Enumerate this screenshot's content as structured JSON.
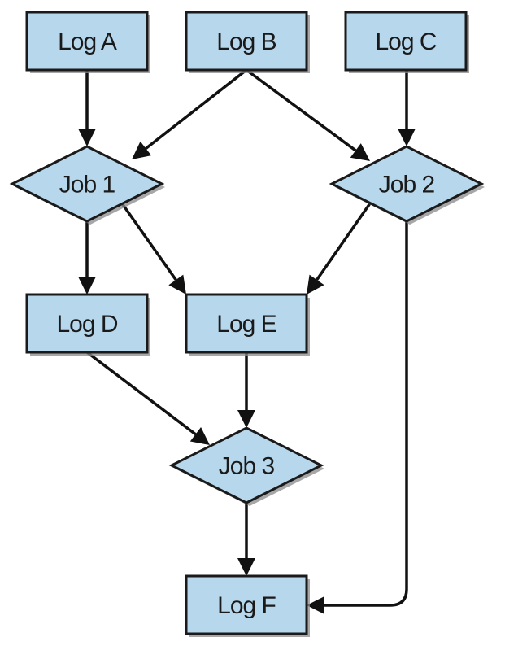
{
  "colors": {
    "node_fill": "#b7d7ec",
    "node_stroke": "#1a1a1a",
    "edge": "#111111"
  },
  "nodes": [
    {
      "id": "log-a",
      "shape": "rect",
      "label": "Log A"
    },
    {
      "id": "log-b",
      "shape": "rect",
      "label": "Log B"
    },
    {
      "id": "log-c",
      "shape": "rect",
      "label": "Log C"
    },
    {
      "id": "job-1",
      "shape": "diamond",
      "label": "Job 1"
    },
    {
      "id": "job-2",
      "shape": "diamond",
      "label": "Job 2"
    },
    {
      "id": "log-d",
      "shape": "rect",
      "label": "Log D"
    },
    {
      "id": "log-e",
      "shape": "rect",
      "label": "Log E"
    },
    {
      "id": "job-3",
      "shape": "diamond",
      "label": "Job 3"
    },
    {
      "id": "log-f",
      "shape": "rect",
      "label": "Log F"
    }
  ],
  "edges": [
    {
      "from": "log-a",
      "to": "job-1"
    },
    {
      "from": "log-b",
      "to": "job-1"
    },
    {
      "from": "log-b",
      "to": "job-2"
    },
    {
      "from": "log-c",
      "to": "job-2"
    },
    {
      "from": "job-1",
      "to": "log-d"
    },
    {
      "from": "job-1",
      "to": "log-e"
    },
    {
      "from": "job-2",
      "to": "log-e"
    },
    {
      "from": "job-2",
      "to": "log-f"
    },
    {
      "from": "log-d",
      "to": "job-3"
    },
    {
      "from": "log-e",
      "to": "job-3"
    },
    {
      "from": "job-3",
      "to": "log-f"
    }
  ]
}
